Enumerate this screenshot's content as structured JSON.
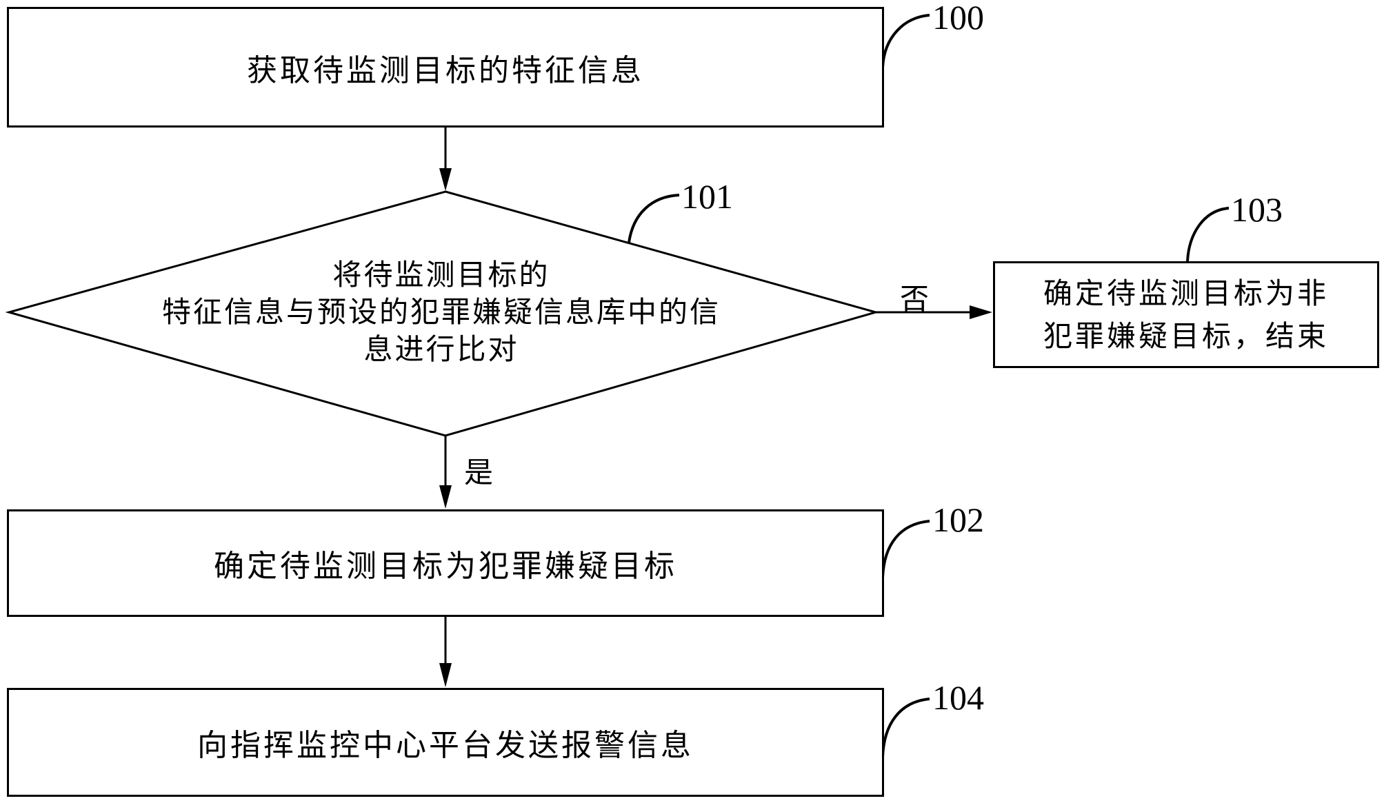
{
  "nodes": {
    "n100": {
      "id": "100",
      "text": "获取待监测目标的特征信息"
    },
    "n101": {
      "id": "101",
      "lines": [
        "将待监测目标的",
        "特征信息与预设的犯罪嫌疑信息库中的信",
        "息进行比对"
      ]
    },
    "n102": {
      "id": "102",
      "text": "确定待监测目标为犯罪嫌疑目标"
    },
    "n103": {
      "id": "103",
      "lines": [
        "确定待监测目标为非",
        "犯罪嫌疑目标，结束"
      ]
    },
    "n104": {
      "id": "104",
      "text": "向指挥监控中心平台发送报警信息"
    }
  },
  "edges": {
    "yes_label": "是",
    "no_label": "否"
  }
}
